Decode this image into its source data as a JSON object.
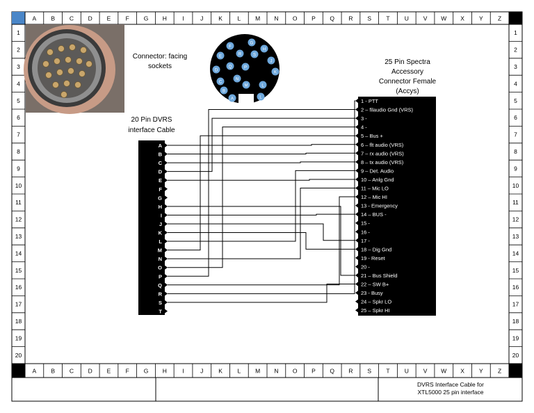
{
  "grid": {
    "columns": [
      "A",
      "B",
      "C",
      "D",
      "E",
      "F",
      "G",
      "H",
      "I",
      "J",
      "K",
      "L",
      "M",
      "N",
      "O",
      "P",
      "Q",
      "R",
      "S",
      "T",
      "U",
      "V",
      "W",
      "X",
      "Y",
      "Z"
    ],
    "rows": [
      "1",
      "2",
      "3",
      "4",
      "5",
      "6",
      "7",
      "8",
      "9",
      "10",
      "11",
      "12",
      "13",
      "14",
      "15",
      "16",
      "17",
      "18",
      "19",
      "20"
    ]
  },
  "photo": {
    "caption_line1": "Connector:  facing",
    "caption_line2": "sockets",
    "pin_letters": [
      "F",
      "G",
      "H",
      "E",
      "R",
      "S",
      "J",
      "D",
      "Q",
      "P",
      "K",
      "C",
      "N",
      "M",
      "L",
      "B",
      "A",
      "L"
    ]
  },
  "dvrs": {
    "title_line1": "20 Pin DVRS",
    "title_line2": "interface Cable",
    "pins": [
      "A",
      "B",
      "C",
      "D",
      "E",
      "F",
      "G",
      "H",
      "I",
      "J",
      "K",
      "L",
      "M",
      "N",
      "O",
      "P",
      "Q",
      "R",
      "S",
      "T"
    ]
  },
  "spectra": {
    "title_line1": "25 Pin Spectra",
    "title_line2": "Accessory",
    "title_line3": "Connector Female",
    "title_line4": "(Accys)",
    "pins": [
      "1 - PTT",
      "2 – filaudio Gnd (VRS)",
      "3 -",
      "4 -",
      "5 – Bus +",
      "6 – flt audio (VRS)",
      "7 – rx audio (VRS)",
      "8 – tx audio (VRS)",
      "9 – Det. Audio",
      "10 – Anlg Gnd",
      "11 – Mic LO",
      "12 – Mic HI",
      "13 - Emergency",
      "14 – BUS -",
      "15 -",
      "16 -",
      "17 -",
      "18 – Dig Gnd",
      "19 - Reset",
      "20 -",
      "21 – Bus Shield",
      "22 – SW B+",
      "23 - Busy",
      "24 – Spkr LO",
      "25 – Spkr HI"
    ]
  },
  "title_block": {
    "line1": "DVRS Interface Cable for",
    "line2": "XTL5000 25 pin interface"
  }
}
